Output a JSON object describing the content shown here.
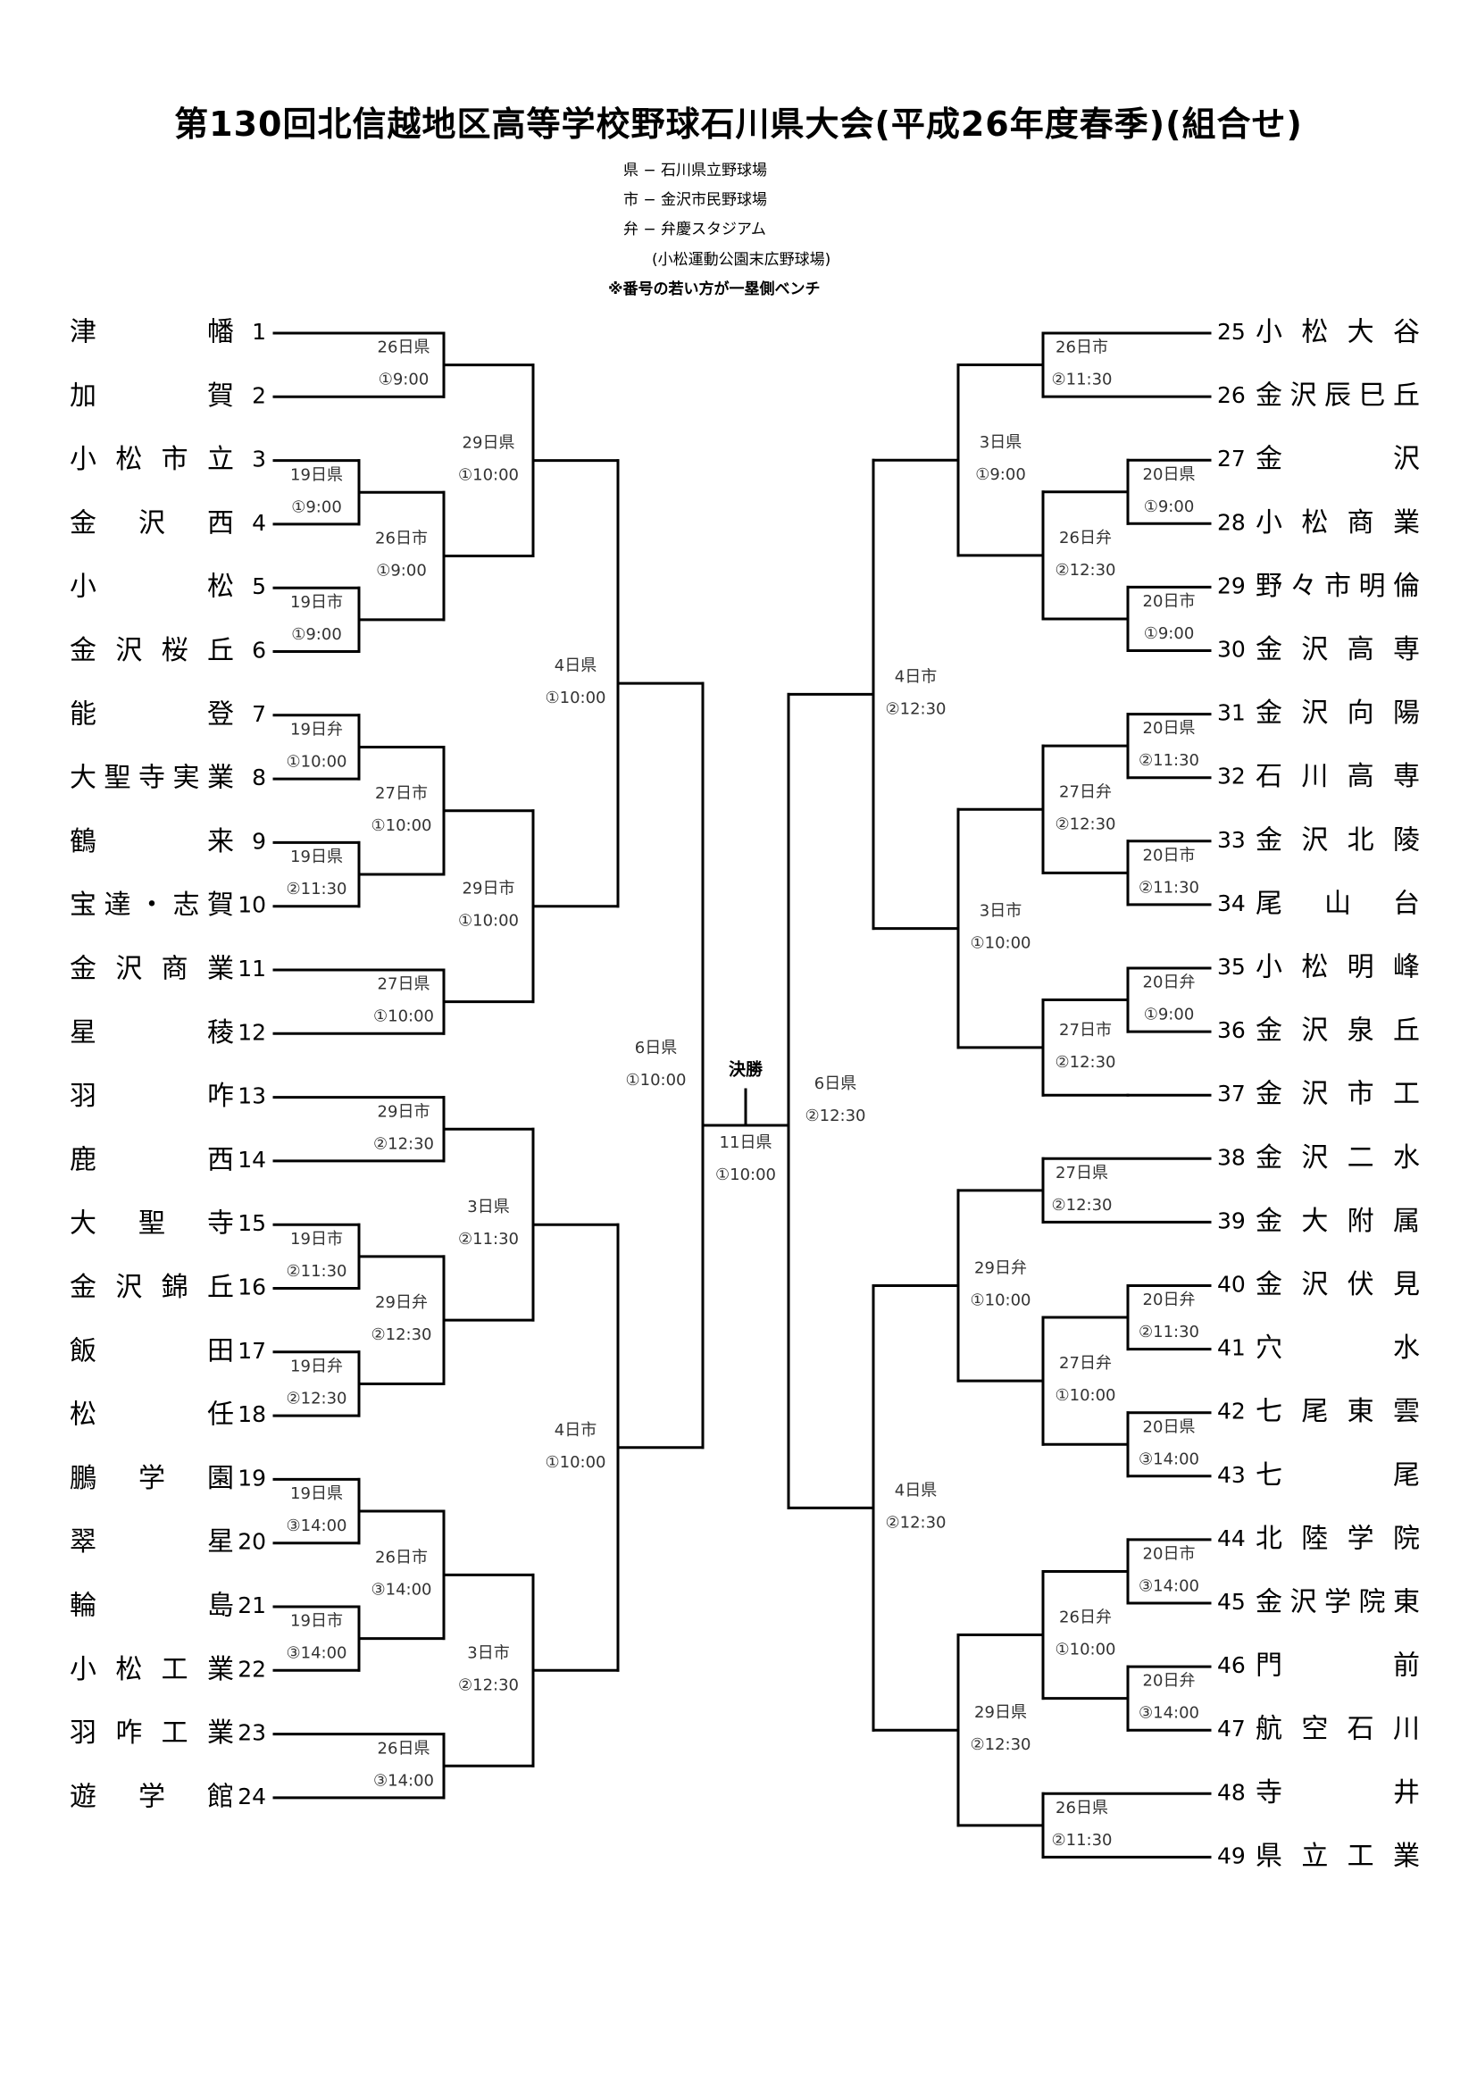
{
  "title": "第130回北信越地区高等学校野球石川県大会(平成26年度春季)(組合せ)",
  "legend": {
    "line1": "県 − 石川県立野球場",
    "line2": "市 − 金沢市民野球場",
    "line3": "弁 − 弁慶スタジアム",
    "line4": "(小松運動公園末広野球場)",
    "note": "※番号の若い方が一塁側ベンチ"
  },
  "teams_left": [
    {
      "num": "1",
      "name": "津　　幡"
    },
    {
      "num": "2",
      "name": "加　　賀"
    },
    {
      "num": "3",
      "name": "小松市立"
    },
    {
      "num": "4",
      "name": "金　沢　西"
    },
    {
      "num": "5",
      "name": "小　　松"
    },
    {
      "num": "6",
      "name": "金沢桜丘"
    },
    {
      "num": "7",
      "name": "能　　登"
    },
    {
      "num": "8",
      "name": "大聖寺実業"
    },
    {
      "num": "9",
      "name": "鶴　　来"
    },
    {
      "num": "10",
      "name": "宝達・志賀"
    },
    {
      "num": "11",
      "name": "金沢商業"
    },
    {
      "num": "12",
      "name": "星　　稜"
    },
    {
      "num": "13",
      "name": "羽　　咋"
    },
    {
      "num": "14",
      "name": "鹿　　西"
    },
    {
      "num": "15",
      "name": "大　聖　寺"
    },
    {
      "num": "16",
      "name": "金沢錦丘"
    },
    {
      "num": "17",
      "name": "飯　　田"
    },
    {
      "num": "18",
      "name": "松　　任"
    },
    {
      "num": "19",
      "name": "鵬　学　園"
    },
    {
      "num": "20",
      "name": "翠　　星"
    },
    {
      "num": "21",
      "name": "輪　　島"
    },
    {
      "num": "22",
      "name": "小松工業"
    },
    {
      "num": "23",
      "name": "羽咋工業"
    },
    {
      "num": "24",
      "name": "遊　学　館"
    }
  ],
  "teams_right": [
    {
      "num": "25",
      "name": "小松大谷"
    },
    {
      "num": "26",
      "name": "金沢辰巳丘"
    },
    {
      "num": "27",
      "name": "金　　沢"
    },
    {
      "num": "28",
      "name": "小松商業"
    },
    {
      "num": "29",
      "name": "野々市明倫"
    },
    {
      "num": "30",
      "name": "金沢高専"
    },
    {
      "num": "31",
      "name": "金沢向陽"
    },
    {
      "num": "32",
      "name": "石川高専"
    },
    {
      "num": "33",
      "name": "金沢北陵"
    },
    {
      "num": "34",
      "name": "尾　山　台"
    },
    {
      "num": "35",
      "name": "小松明峰"
    },
    {
      "num": "36",
      "name": "金沢泉丘"
    },
    {
      "num": "37",
      "name": "金沢市工"
    },
    {
      "num": "38",
      "name": "金沢二水"
    },
    {
      "num": "39",
      "name": "金大附属"
    },
    {
      "num": "40",
      "name": "金沢伏見"
    },
    {
      "num": "41",
      "name": "穴　　水"
    },
    {
      "num": "42",
      "name": "七尾東雲"
    },
    {
      "num": "43",
      "name": "七　　尾"
    },
    {
      "num": "44",
      "name": "北陸学院"
    },
    {
      "num": "45",
      "name": "金沢学院東"
    },
    {
      "num": "46",
      "name": "門　　前"
    },
    {
      "num": "47",
      "name": "航空石川"
    },
    {
      "num": "48",
      "name": "寺　　井"
    },
    {
      "num": "49",
      "name": "県立工業"
    }
  ],
  "games": {
    "L1_1": {
      "day": "26日県",
      "time": "①9:00"
    },
    "L1_2": {
      "day": "19日県",
      "time": "①9:00"
    },
    "L1_3": {
      "day": "19日市",
      "time": "①9:00"
    },
    "L1_4": {
      "day": "19日弁",
      "time": "①10:00"
    },
    "L1_5": {
      "day": "19日県",
      "time": "②11:30"
    },
    "L1_6": {
      "day": "27日県",
      "time": "①10:00"
    },
    "L1_7": {
      "day": "29日市",
      "time": "②12:30"
    },
    "L1_8": {
      "day": "19日市",
      "time": "②11:30"
    },
    "L1_9": {
      "day": "19日弁",
      "time": "②12:30"
    },
    "L1_10": {
      "day": "19日県",
      "time": "③14:00"
    },
    "L1_11": {
      "day": "19日市",
      "time": "③14:00"
    },
    "L1_12": {
      "day": "26日県",
      "time": "③14:00"
    },
    "L2_1": {
      "day": "26日市",
      "time": "①9:00"
    },
    "L2_2": {
      "day": "27日市",
      "time": "①10:00"
    },
    "L2_3": {
      "day": "29日弁",
      "time": "②12:30"
    },
    "L2_4": {
      "day": "26日市",
      "time": "③14:00"
    },
    "L3_1": {
      "day": "29日県",
      "time": "①10:00"
    },
    "L3_2": {
      "day": "29日市",
      "time": "①10:00"
    },
    "L3_3": {
      "day": "3日県",
      "time": "②11:30"
    },
    "L3_4": {
      "day": "3日市",
      "time": "②12:30"
    },
    "L4_1": {
      "day": "4日県",
      "time": "①10:00"
    },
    "L4_2": {
      "day": "4日市",
      "time": "①10:00"
    },
    "L5": {
      "day": "6日県",
      "time": "①10:00"
    },
    "R1_1": {
      "day": "26日市",
      "time": "②11:30"
    },
    "R1_2": {
      "day": "20日県",
      "time": "①9:00"
    },
    "R1_3": {
      "day": "20日市",
      "time": "①9:00"
    },
    "R1_4": {
      "day": "20日県",
      "time": "②11:30"
    },
    "R1_5": {
      "day": "20日市",
      "time": "②11:30"
    },
    "R1_6": {
      "day": "20日弁",
      "time": "①9:00"
    },
    "R1_7": {
      "day": "27日県",
      "time": "②12:30"
    },
    "R1_8": {
      "day": "20日弁",
      "time": "②11:30"
    },
    "R1_9": {
      "day": "20日県",
      "time": "③14:00"
    },
    "R1_10": {
      "day": "20日市",
      "time": "③14:00"
    },
    "R1_11": {
      "day": "20日弁",
      "time": "③14:00"
    },
    "R1_12": {
      "day": "26日県",
      "time": "②11:30"
    },
    "R2_1": {
      "day": "26日弁",
      "time": "②12:30"
    },
    "R2_2": {
      "day": "27日弁",
      "time": "②12:30"
    },
    "R2_3": {
      "day": "27日市",
      "time": "②12:30"
    },
    "R2_4": {
      "day": "27日弁",
      "time": "①10:00"
    },
    "R2_5": {
      "day": "26日弁",
      "time": "①10:00"
    },
    "R3_1": {
      "day": "3日県",
      "time": "①9:00"
    },
    "R3_2": {
      "day": "3日市",
      "time": "①10:00"
    },
    "R3_3": {
      "day": "29日弁",
      "time": "①10:00"
    },
    "R3_4": {
      "day": "29日県",
      "time": "②12:30"
    },
    "R4_1": {
      "day": "4日市",
      "time": "②12:30"
    },
    "R4_2": {
      "day": "4日県",
      "time": "②12:30"
    },
    "R5": {
      "day": "6日県",
      "time": "②12:30"
    },
    "final": {
      "label": "決勝",
      "day": "11日県",
      "time": "①10:00"
    }
  }
}
